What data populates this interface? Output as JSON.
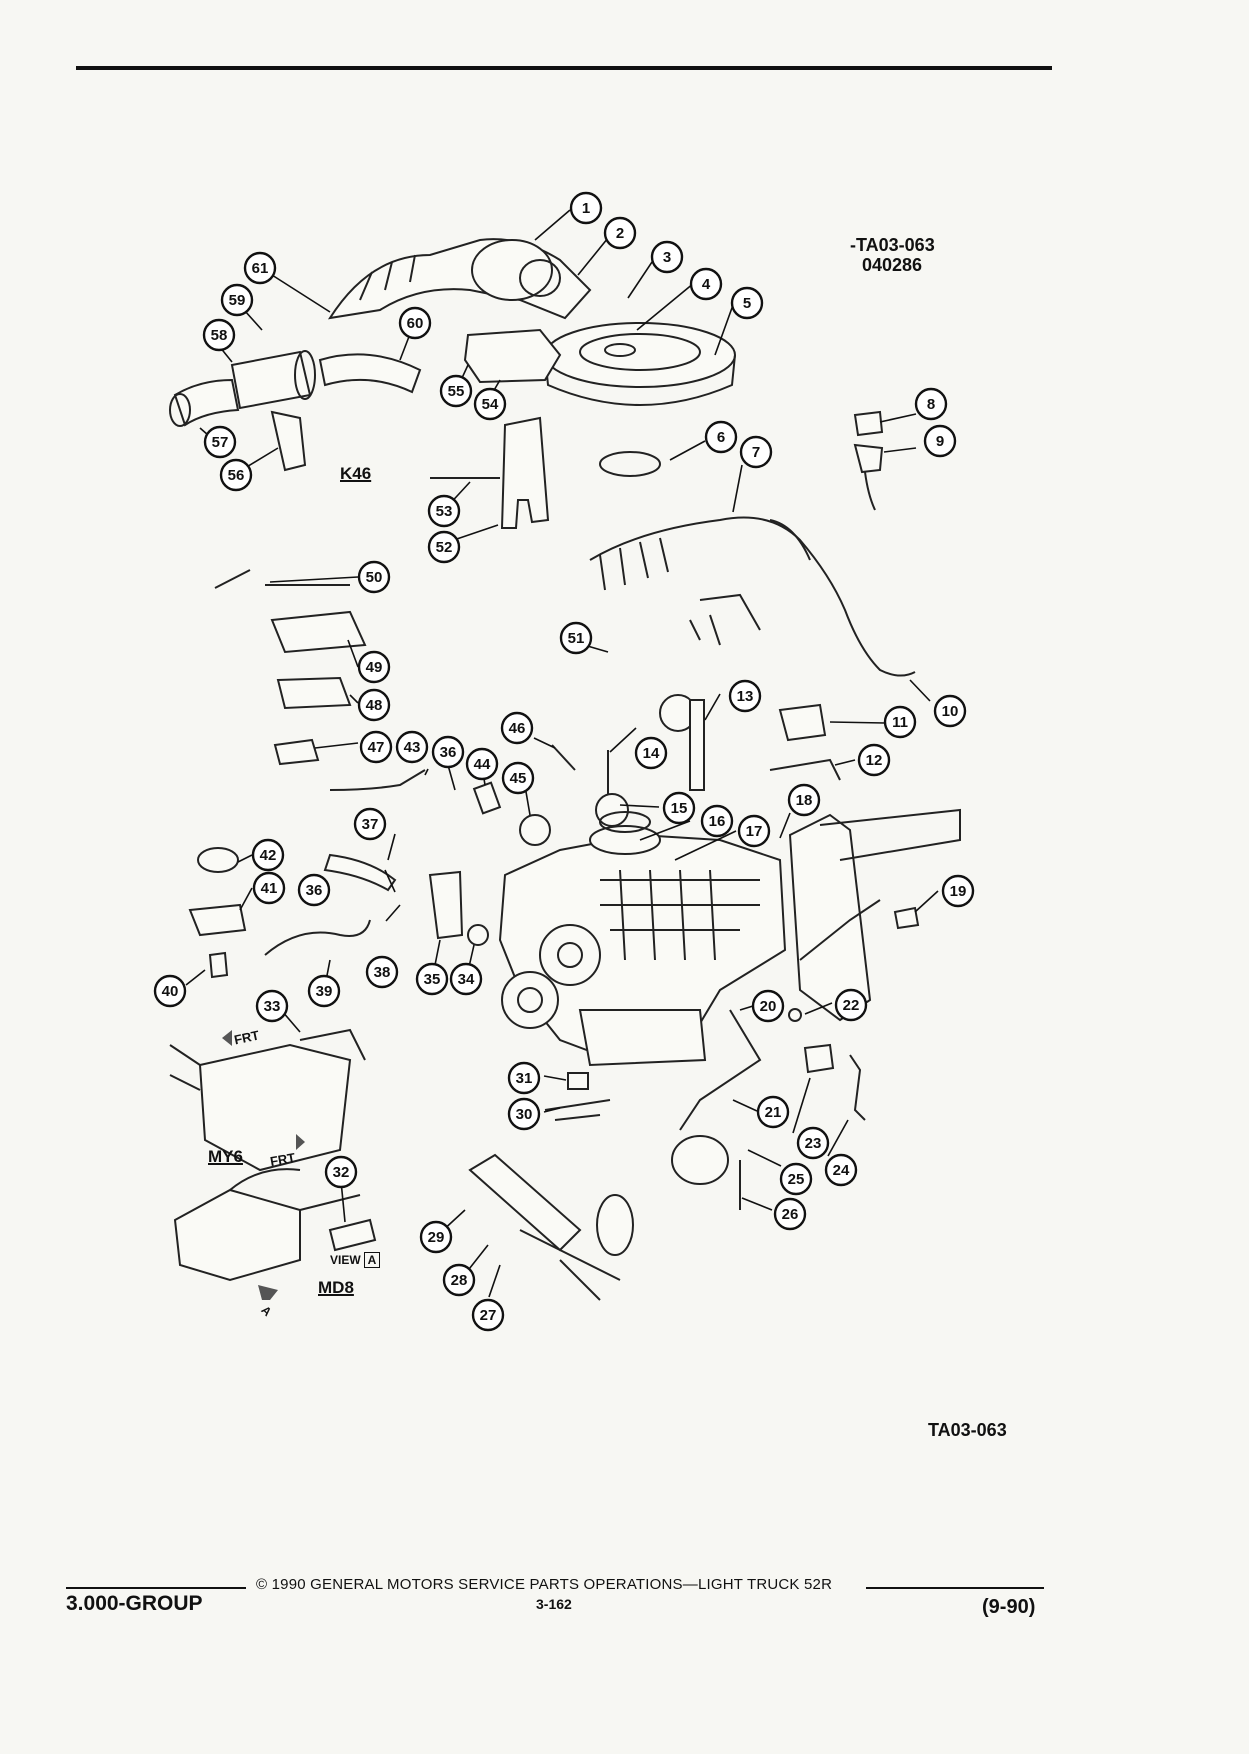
{
  "diagram": {
    "figure_code": "-TA03-063",
    "figure_date": "040286",
    "figure_id_bottom": "TA03-063",
    "option_labels": {
      "k46": "K46",
      "my6": "MY6",
      "md8": "MD8"
    },
    "direction_label": "FRT",
    "view_label": "VIEW",
    "view_letter": "A",
    "callouts": [
      "1",
      "2",
      "3",
      "4",
      "5",
      "6",
      "7",
      "8",
      "9",
      "10",
      "11",
      "12",
      "13",
      "14",
      "15",
      "16",
      "17",
      "18",
      "19",
      "20",
      "21",
      "22",
      "23",
      "24",
      "25",
      "26",
      "27",
      "28",
      "29",
      "30",
      "31",
      "32",
      "33",
      "34",
      "35",
      "36",
      "36",
      "37",
      "38",
      "39",
      "40",
      "41",
      "42",
      "43",
      "44",
      "45",
      "46",
      "47",
      "48",
      "49",
      "50",
      "51",
      "52",
      "53",
      "54",
      "55",
      "56",
      "57",
      "58",
      "59",
      "60",
      "61"
    ]
  },
  "footer": {
    "group": "3.000-GROUP",
    "copyright": "© 1990 GENERAL MOTORS SERVICE PARTS OPERATIONS—LIGHT TRUCK 52R",
    "page_number": "3-162",
    "revision": "(9-90)"
  }
}
